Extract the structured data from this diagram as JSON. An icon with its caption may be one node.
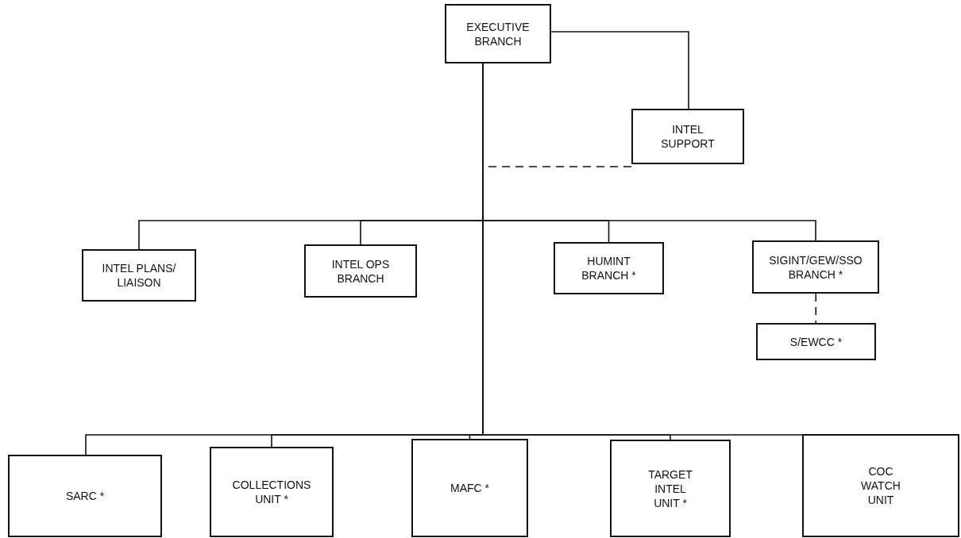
{
  "diagram": {
    "nodes": [
      {
        "text": [
          "EXECUTIVE BRANCH"
        ]
      },
      {
        "text": [
          "INTEL SUPPORT"
        ]
      },
      {
        "text": [
          "INTEL PLANS/ LIAISON"
        ]
      },
      {
        "text": [
          "INTEL OPS BRANCH"
        ]
      },
      {
        "text": [
          "HUMINT BRANCH *"
        ]
      },
      {
        "text": [
          "SIGINT/GEW/SSO BRANCH *"
        ]
      },
      {
        "text": [
          "S/EWCC *"
        ]
      },
      {
        "text": [
          "SARC *"
        ]
      },
      {
        "text": [
          "COLLECTIONS UNIT *"
        ]
      },
      {
        "text": [
          "MAFC *"
        ]
      },
      {
        "text": [
          "TARGET INTEL UNIT *"
        ]
      },
      {
        "text": [
          "COC WATCH UNIT"
        ]
      }
    ],
    "edges": [
      {
        "from": 0,
        "to": 1,
        "arrow": "none"
      },
      {
        "from": 1,
        "to": 0,
        "arrow": "none",
        "style": "dashed"
      },
      {
        "from": 0,
        "to": 2,
        "arrow": "none"
      },
      {
        "from": 0,
        "to": 3,
        "arrow": "none"
      },
      {
        "from": 0,
        "to": 4,
        "arrow": "none"
      },
      {
        "from": 0,
        "to": 5,
        "arrow": "none"
      },
      {
        "from": 5,
        "to": 6,
        "arrow": "none",
        "style": "dashed"
      },
      {
        "from": 0,
        "to": 7,
        "arrow": "none"
      },
      {
        "from": 0,
        "to": 8,
        "arrow": "none"
      },
      {
        "from": 0,
        "to": 9,
        "arrow": "none"
      },
      {
        "from": 0,
        "to": 10,
        "arrow": "none"
      },
      {
        "from": 0,
        "to": 11,
        "arrow": "none"
      }
    ]
  }
}
